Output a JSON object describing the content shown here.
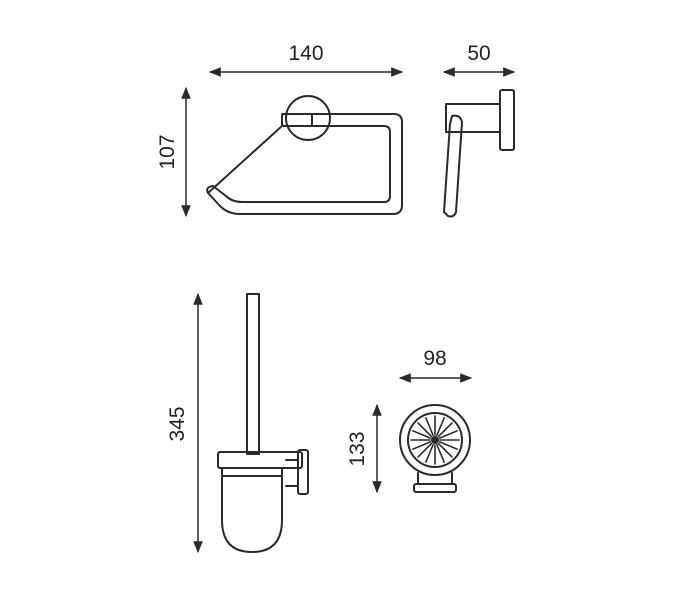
{
  "dimensions": {
    "paper_holder_width": "140",
    "paper_holder_depth": "50",
    "paper_holder_height": "107",
    "brush_holder_height": "345",
    "hook_width": "98",
    "hook_height": "133"
  },
  "colors": {
    "line": "#2a2a2a",
    "text": "#222222",
    "background": "#ffffff"
  }
}
